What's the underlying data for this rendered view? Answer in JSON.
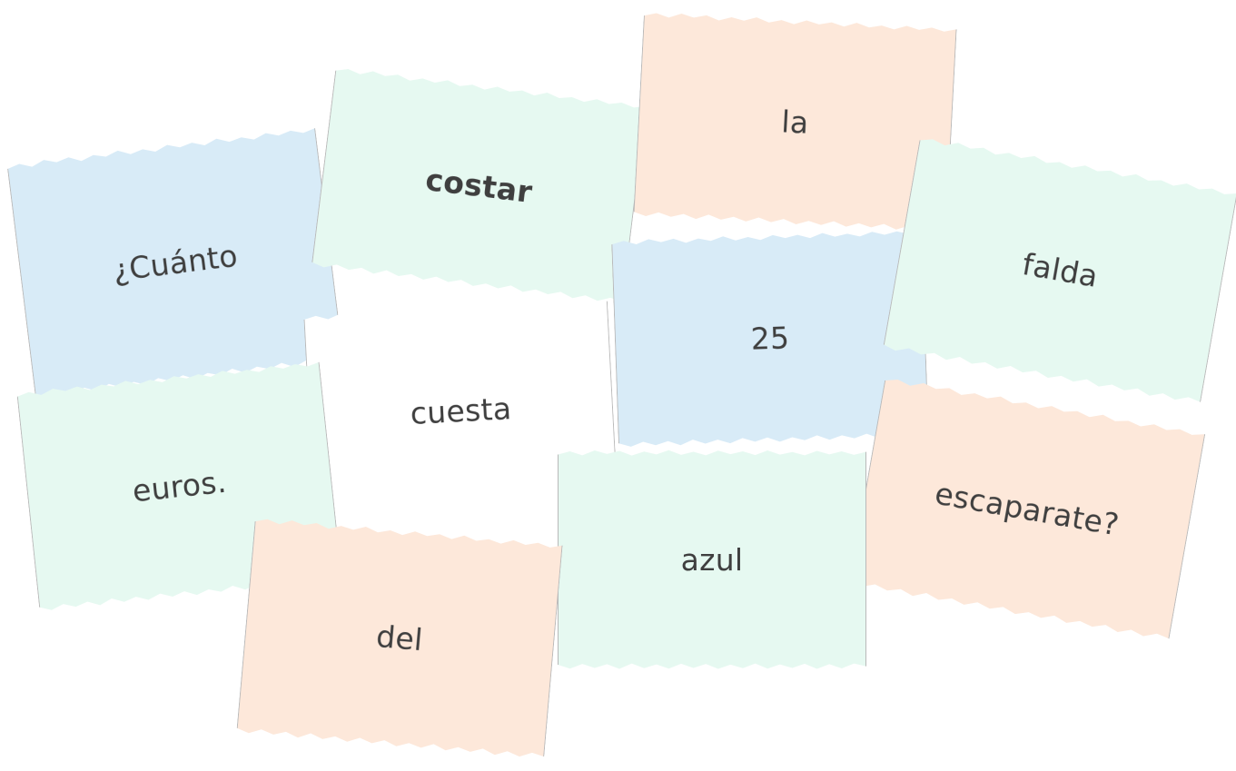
{
  "colors": {
    "blue": "#d8ebf7",
    "mint": "#e6f9f1",
    "peach": "#fde8da",
    "white": "#ffffff",
    "text": "#3f3f3f"
  },
  "cards": [
    {
      "id": "cuanto",
      "text": "¿Cuánto",
      "color": "blue",
      "bold": false
    },
    {
      "id": "costar",
      "text": "costar",
      "color": "mint",
      "bold": true
    },
    {
      "id": "la",
      "text": "la",
      "color": "peach",
      "bold": false
    },
    {
      "id": "falda",
      "text": "falda",
      "color": "mint",
      "bold": false
    },
    {
      "id": "cuesta",
      "text": "cuesta",
      "color": "white",
      "bold": false
    },
    {
      "id": "euros",
      "text": "euros.",
      "color": "mint",
      "bold": false
    },
    {
      "id": "veinticinco",
      "text": "25",
      "color": "blue",
      "bold": false
    },
    {
      "id": "escaparate",
      "text": "escaparate?",
      "color": "peach",
      "bold": false
    },
    {
      "id": "del",
      "text": "del",
      "color": "peach",
      "bold": false
    },
    {
      "id": "azul",
      "text": "azul",
      "color": "mint",
      "bold": false
    }
  ]
}
